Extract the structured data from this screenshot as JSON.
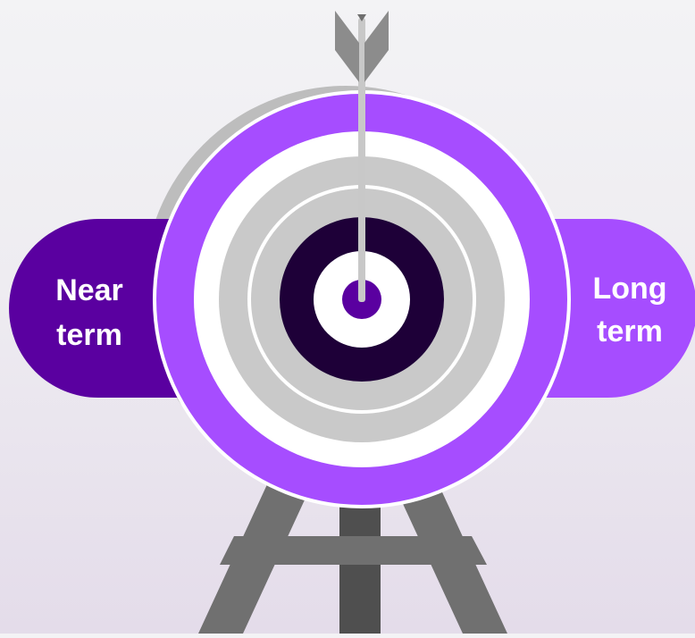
{
  "left_tab": {
    "line1": "Near",
    "line2": "term",
    "color": "#5a00a0"
  },
  "right_tab": {
    "line1": "Long",
    "line2": "term",
    "color": "#a64dff"
  },
  "colors": {
    "outer_ring": "#a64dff",
    "gray_ring": "#c9c9c9",
    "white_ring": "#ffffff",
    "bullseye_dark": "#1e0038",
    "bullseye_center": "#5a00a0",
    "stand": "#707070",
    "shadow_ring": "#bdbdbd",
    "arrow": "#8c8c8c"
  }
}
